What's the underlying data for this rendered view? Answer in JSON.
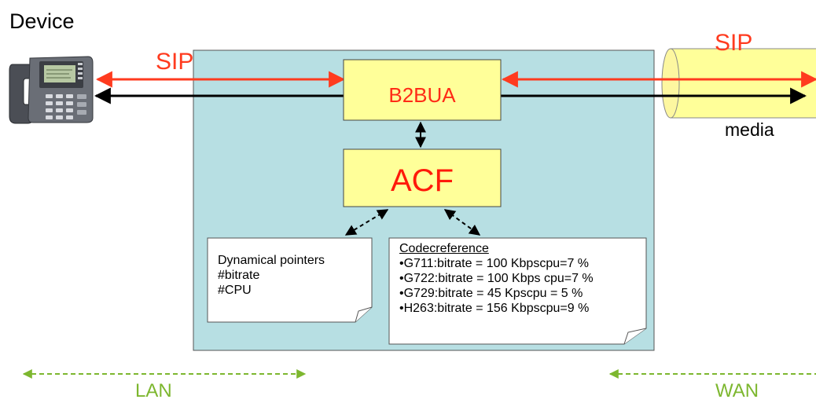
{
  "device": {
    "label": "Device"
  },
  "sip": {
    "left_label": "SIP",
    "right_label": "SIP"
  },
  "media": {
    "label": "media"
  },
  "b2bua": {
    "label": "B2BUA"
  },
  "acf": {
    "label": "ACF"
  },
  "pointers_note": {
    "lines": [
      "Dynamical pointers",
      "#bitrate",
      "#CPU"
    ]
  },
  "codec_note": {
    "title": "Codecreference",
    "items": [
      "•G711:bitrate = 100 Kbpscpu=7 %",
      "•G722:bitrate = 100 Kbps cpu=7 %",
      "•G729:bitrate = 45 Kpscpu = 5 %",
      "•H263:bitrate = 156 Kbpscpu=9 %"
    ]
  },
  "network": {
    "lan_label": "LAN",
    "wan_label": "WAN"
  },
  "colors": {
    "panel": "#b7dfe3",
    "box": "#ffff99",
    "sip": "#ff3b1f",
    "network": "#7db72f",
    "tunnel": "#ffff99"
  },
  "icons": {
    "device": "ip-phone-icon"
  }
}
